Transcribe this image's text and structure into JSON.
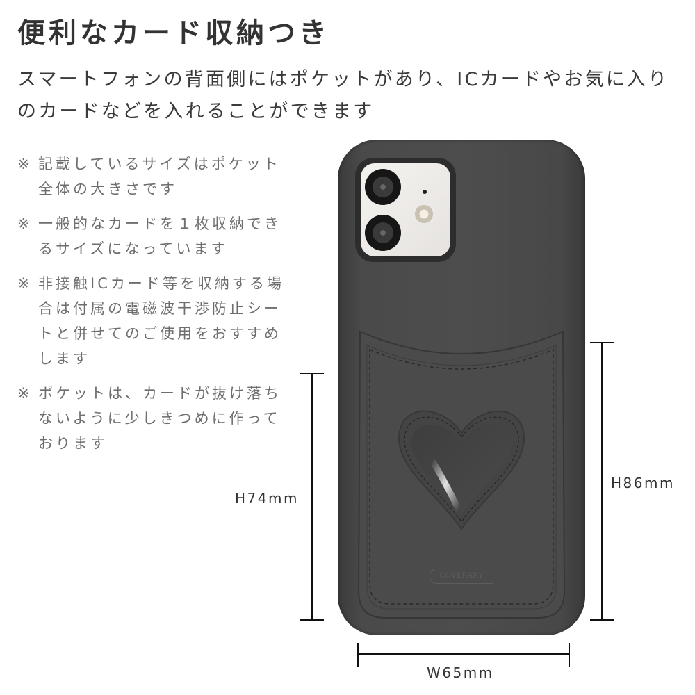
{
  "header": {
    "title": "便利なカード収納つき",
    "lead_lines": [
      "スマートフォンの背面側にはポケットがあり、ICカードやお気に入り",
      "のカードなどを入れることができます"
    ]
  },
  "notes": {
    "mark": "※",
    "items": [
      {
        "lines": [
          "記載しているサイズはポケット",
          "全体の大きさです"
        ]
      },
      {
        "lines": [
          "一般的なカードを１枚収納でき",
          "るサイズになっています"
        ]
      },
      {
        "lines": [
          "非接触ICカード等を収納する場",
          "合は付属の電磁波干渉防止シー",
          "トと併せてのご使用をおすすめ",
          "します"
        ]
      },
      {
        "lines": [
          "ポケットは、カードが抜け落ち",
          "ないように少しきつめに作って",
          "おります"
        ]
      }
    ]
  },
  "product": {
    "brand": "COVERARY",
    "case_color": "#4a4a4a",
    "camera_plate_color": "#efedea",
    "features": [
      "dual-camera-cutout",
      "card-pocket",
      "heart-window"
    ]
  },
  "dimensions": {
    "pocket_height": "H74mm",
    "case_height": "H86mm",
    "width": "W65mm"
  }
}
